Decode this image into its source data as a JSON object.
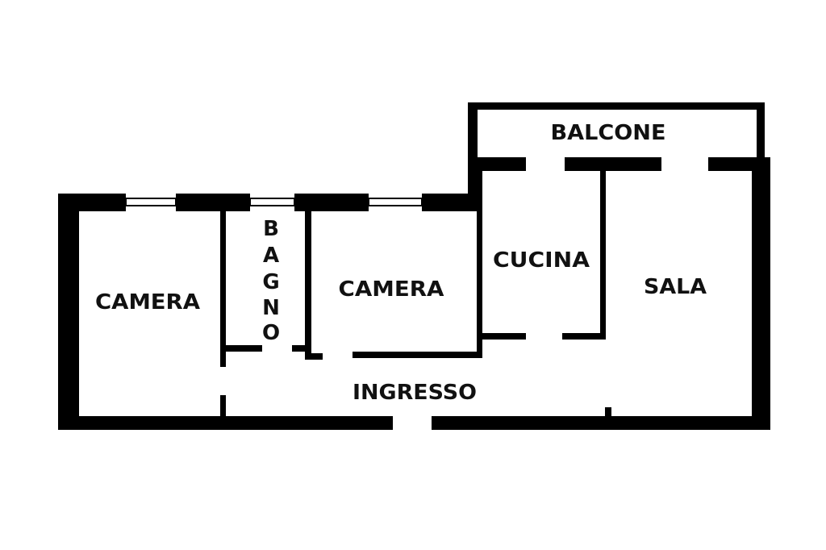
{
  "floor_plan": {
    "rooms": {
      "camera_left": "CAMERA",
      "bagno_letters": [
        "B",
        "A",
        "G",
        "N",
        "O"
      ],
      "camera_center": "CAMERA",
      "cucina": "CUCINA",
      "sala": "SALA",
      "ingresso": "INGRESSO",
      "balcone": "BALCONE"
    },
    "colors": {
      "walls": "#000000",
      "background": "#ffffff"
    }
  }
}
